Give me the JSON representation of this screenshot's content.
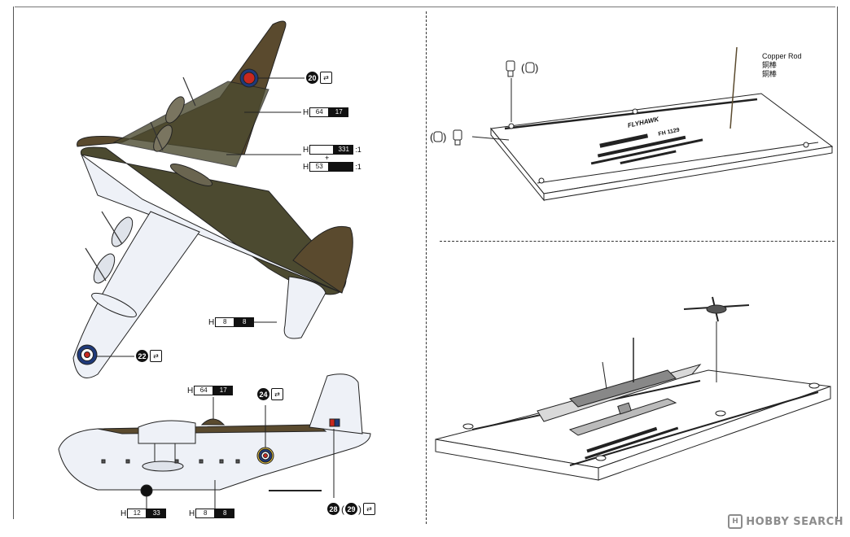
{
  "specs": {
    "wing_upper": {
      "h": "H",
      "a": "64",
      "b": "17"
    },
    "wing_lower_1": {
      "h": "H",
      "a": "331",
      "ratio": ":1"
    },
    "plus": "+",
    "wing_lower_2": {
      "h": "H",
      "a": "53",
      "ratio": ":1"
    },
    "tail": {
      "h": "H",
      "a": "8",
      "b": "8"
    },
    "hull_top": {
      "h": "H",
      "a": "64",
      "b": "17"
    },
    "hull_bottom_left": {
      "h": "H",
      "a": "12",
      "b": "33"
    },
    "hull_bottom_mid": {
      "h": "H",
      "a": "8",
      "b": "8"
    }
  },
  "decals": {
    "d20": "20",
    "d22": "22",
    "d24": "24",
    "d28": "28",
    "d29": "29"
  },
  "base_parts": {
    "copper_rod_label": "Copper Rod",
    "copper_rod_cn1": "銅棒",
    "copper_rod_cn2": "銅棒",
    "base_brand": "FLYHAWK",
    "base_code": "FH 1129"
  },
  "watermark": {
    "text": "HOBBY SEARCH",
    "mark": "H"
  },
  "colors": {
    "roundel_red": "#c8281e",
    "roundel_blue": "#1f3a7a",
    "roundel_yellow": "#e8c440",
    "camo_brown": "#5a4a2e",
    "camo_green": "#4c4a30",
    "underside": "#eef1f7"
  }
}
